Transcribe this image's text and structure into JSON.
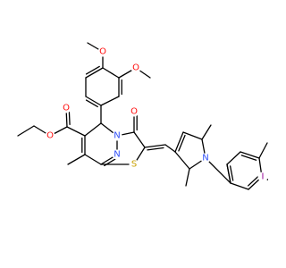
{
  "atom_colors": {
    "O": "#ff0d0d",
    "N": "#3050f8",
    "S": "#c8a000",
    "I": "#940094",
    "C": "#000000"
  },
  "atoms": {
    "o_methoxy1": "O",
    "o_methoxy2": "O",
    "o_ester_carbonyl": "O",
    "o_ester_ether": "O",
    "o_ketone": "O",
    "n_ring_junction": "N",
    "n_pyrimidine": "N",
    "n_pyrrole": "N",
    "s_thiazole": "S",
    "i_aryl": "I"
  }
}
